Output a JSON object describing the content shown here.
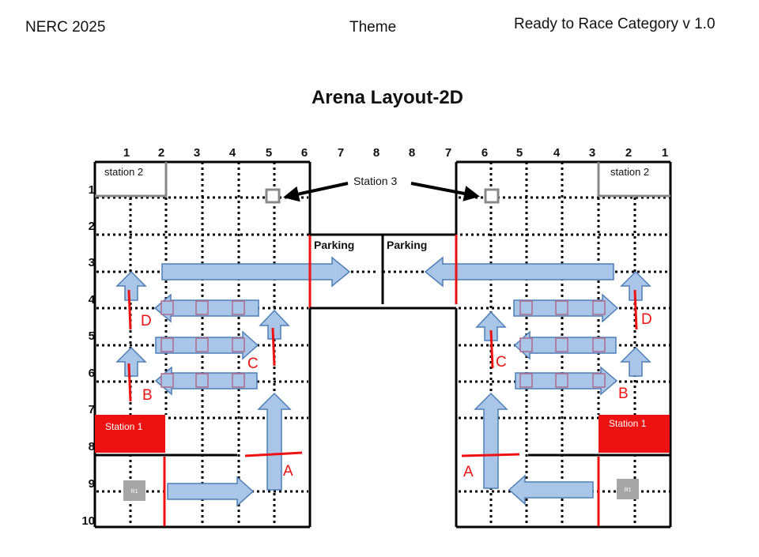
{
  "header": {
    "left": "NERC 2025",
    "center": "Theme",
    "right": "Ready to Race Category v 1.0"
  },
  "title": "Arena Layout-2D",
  "top_labels": [
    "1",
    "2",
    "3",
    "4",
    "5",
    "6",
    "7",
    "8",
    "8",
    "7",
    "6",
    "5",
    "4",
    "3",
    "2",
    "1"
  ],
  "row_labels": [
    "1",
    "2",
    "3",
    "4",
    "5",
    "6",
    "7",
    "8",
    "9",
    "10"
  ],
  "station_labels": {
    "station2_left": "station 2",
    "station2_right": "station 2",
    "station3": "Station 3",
    "station1_left": "Station 1",
    "station1_right": "Station 1",
    "parking_left": "Parking",
    "parking_right": "Parking",
    "r1_left": "R1",
    "r1_right": "R1"
  },
  "markers": {
    "left": [
      "D",
      "C",
      "B",
      "A"
    ],
    "right": [
      "D",
      "C",
      "B",
      "A"
    ]
  },
  "colors": {
    "arrow_fill": "#a9c6e8",
    "arrow_stroke": "#4f7fb8",
    "red": "#ee1111",
    "box_stroke": "#888888",
    "r1_fill": "#a6a6a6"
  }
}
